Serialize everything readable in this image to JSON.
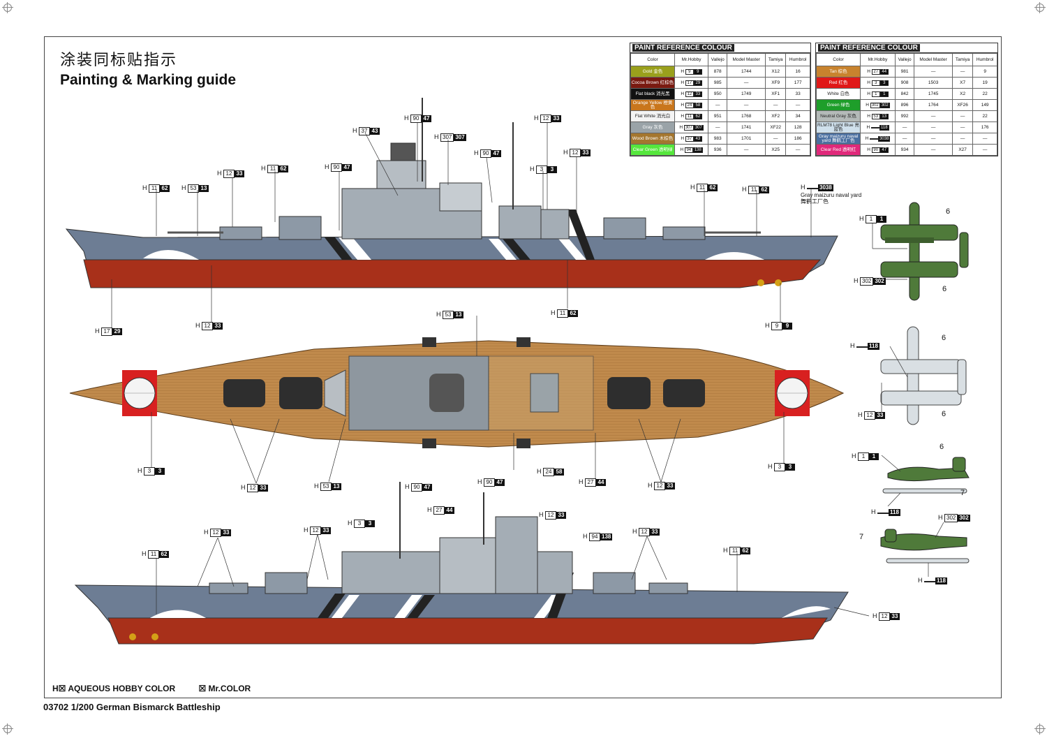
{
  "titles": {
    "chinese": "涂装同标贴指示",
    "english": "Painting & Marking guide"
  },
  "paint_table_left": {
    "title": "PAINT REFERENCE COLOUR",
    "headers": [
      "Color",
      "Mr.Hobby",
      "Vallejo",
      "Model Master",
      "Tamiya",
      "Humbrol"
    ],
    "rows": [
      {
        "color": "Gold 金色",
        "hex": "#9aa01c",
        "h": "9",
        "c": "9",
        "vallejo": "878",
        "mm": "1744",
        "tamiya": "X12",
        "humbrol": "16"
      },
      {
        "color": "Cocoa Brown 红棕色",
        "hex": "#7a1a10",
        "h": "17",
        "c": "29",
        "vallejo": "985",
        "mm": "—",
        "tamiya": "XF9",
        "humbrol": "177"
      },
      {
        "color": "Flat black 消光黑",
        "hex": "#111111",
        "h": "12",
        "c": "33",
        "vallejo": "950",
        "mm": "1749",
        "tamiya": "XF1",
        "humbrol": "33"
      },
      {
        "color": "Orange Yellow 橙黄色",
        "hex": "#c9761c",
        "h": "24",
        "c": "58",
        "vallejo": "—",
        "mm": "—",
        "tamiya": "—",
        "humbrol": "—"
      },
      {
        "color": "Flat White 消光白",
        "hex": "#f4f4f4",
        "h": "11",
        "c": "62",
        "vallejo": "951",
        "mm": "1768",
        "tamiya": "XF2",
        "humbrol": "34"
      },
      {
        "color": "Gray 灰色",
        "hex": "#9aa3a8",
        "h": "307",
        "c": "307",
        "vallejo": "—",
        "mm": "1741",
        "tamiya": "XF22",
        "humbrol": "128"
      },
      {
        "color": "Wood Brown 木棕色",
        "hex": "#a4762e",
        "h": "37",
        "c": "43",
        "vallejo": "983",
        "mm": "1701",
        "tamiya": "—",
        "humbrol": "186"
      },
      {
        "color": "Clear Green 透明绿",
        "hex": "#55e63c",
        "h": "94",
        "c": "138",
        "vallejo": "936",
        "mm": "—",
        "tamiya": "X25",
        "humbrol": "—"
      }
    ]
  },
  "paint_table_right": {
    "title": "PAINT REFERENCE COLOUR",
    "headers": [
      "Color",
      "Mr.Hobby",
      "Vallejo",
      "Model Master",
      "Tamiya",
      "Humbrol"
    ],
    "rows": [
      {
        "color": "Tan 棕色",
        "hex": "#c8832e",
        "h": "27",
        "c": "44",
        "vallejo": "981",
        "mm": "—",
        "tamiya": "—",
        "humbrol": "9"
      },
      {
        "color": "Red 红色",
        "hex": "#e01818",
        "h": "3",
        "c": "3",
        "vallejo": "908",
        "mm": "1503",
        "tamiya": "X7",
        "humbrol": "19"
      },
      {
        "color": "White 白色",
        "hex": "#ffffff",
        "h": "1",
        "c": "1",
        "vallejo": "842",
        "mm": "1745",
        "tamiya": "X2",
        "humbrol": "22"
      },
      {
        "color": "Green 绿色",
        "hex": "#1e9e2a",
        "h": "302",
        "c": "302",
        "vallejo": "896",
        "mm": "1764",
        "tamiya": "XF26",
        "humbrol": "149"
      },
      {
        "color": "Neutral Gray 灰色",
        "hex": "#b4bab8",
        "h": "53",
        "c": "13",
        "vallejo": "992",
        "mm": "—",
        "tamiya": "—",
        "humbrol": "22"
      },
      {
        "color": "RLM78 Light Blue 亮蓝色",
        "hex": "#cfe0ec",
        "h": "",
        "c": "118",
        "vallejo": "—",
        "mm": "—",
        "tamiya": "—",
        "humbrol": "176"
      },
      {
        "color": "Gray maizuru naval yard 舞鹤工厂色",
        "hex": "#4a6fa0",
        "h": "",
        "c": "3038",
        "vallejo": "—",
        "mm": "—",
        "tamiya": "—",
        "humbrol": "—"
      },
      {
        "color": "Clear Red 透明红",
        "hex": "#e0287a",
        "h": "90",
        "c": "47",
        "vallejo": "934",
        "mm": "—",
        "tamiya": "X27",
        "humbrol": "—"
      }
    ]
  },
  "callouts": [
    {
      "id": "c1",
      "h": "11",
      "c": "62"
    },
    {
      "id": "c2",
      "h": "53",
      "c": "13"
    },
    {
      "id": "c3",
      "h": "12",
      "c": "33"
    },
    {
      "id": "c4",
      "h": "11",
      "c": "62"
    },
    {
      "id": "c5",
      "h": "37",
      "c": "43"
    },
    {
      "id": "c6",
      "h": "90",
      "c": "47"
    },
    {
      "id": "c7",
      "h": "90",
      "c": "47"
    },
    {
      "id": "c8",
      "h": "307",
      "c": "307"
    },
    {
      "id": "c9",
      "h": "12",
      "c": "33"
    },
    {
      "id": "c10",
      "h": "90",
      "c": "47"
    },
    {
      "id": "c11",
      "h": "3",
      "c": "3"
    },
    {
      "id": "c12",
      "h": "12",
      "c": "33"
    },
    {
      "id": "c13",
      "h": "11",
      "c": "62"
    },
    {
      "id": "c14",
      "h": "11",
      "c": "62"
    },
    {
      "id": "c15",
      "h": "",
      "c": "3038"
    },
    {
      "id": "c16",
      "h": "17",
      "c": "29"
    },
    {
      "id": "c17",
      "h": "12",
      "c": "33"
    },
    {
      "id": "c18",
      "h": "11",
      "c": "62"
    },
    {
      "id": "c19",
      "h": "9",
      "c": "9"
    },
    {
      "id": "c20",
      "h": "53",
      "c": "13"
    },
    {
      "id": "c21",
      "h": "3",
      "c": "3"
    },
    {
      "id": "c22",
      "h": "12",
      "c": "33"
    },
    {
      "id": "c23",
      "h": "53",
      "c": "13"
    },
    {
      "id": "c24",
      "h": "24",
      "c": "58"
    },
    {
      "id": "c25",
      "h": "27",
      "c": "44"
    },
    {
      "id": "c26",
      "h": "12",
      "c": "33"
    },
    {
      "id": "c27",
      "h": "3",
      "c": "3"
    },
    {
      "id": "c28",
      "h": "90",
      "c": "47"
    },
    {
      "id": "c29",
      "h": "90",
      "c": "47"
    },
    {
      "id": "c30",
      "h": "3",
      "c": "3"
    },
    {
      "id": "c31",
      "h": "27",
      "c": "44"
    },
    {
      "id": "c32",
      "h": "12",
      "c": "33"
    },
    {
      "id": "c33",
      "h": "12",
      "c": "33"
    },
    {
      "id": "c34",
      "h": "12",
      "c": "33"
    },
    {
      "id": "c35",
      "h": "94",
      "c": "138"
    },
    {
      "id": "c36",
      "h": "12",
      "c": "33"
    },
    {
      "id": "c37",
      "h": "11",
      "c": "62"
    },
    {
      "id": "c38",
      "h": "11",
      "c": "62"
    },
    {
      "id": "c39",
      "h": "12",
      "c": "33"
    },
    {
      "id": "c40",
      "h": "1",
      "c": "1"
    },
    {
      "id": "c41",
      "h": "302",
      "c": "302"
    },
    {
      "id": "c42",
      "h": "",
      "c": "118"
    },
    {
      "id": "c43",
      "h": "12",
      "c": "33"
    },
    {
      "id": "c44",
      "h": "1",
      "c": "1"
    },
    {
      "id": "c45",
      "h": "",
      "c": "118"
    },
    {
      "id": "c46",
      "h": "302",
      "c": "302"
    },
    {
      "id": "c47",
      "h": "",
      "c": "118"
    }
  ],
  "annotation_grey": "Gray maizuru naval yard",
  "annotation_grey_cn": "舞鹤工厂色",
  "decal_numbers": [
    "6",
    "6",
    "6",
    "6",
    "6",
    "7",
    "7"
  ],
  "footer": {
    "legend_h": "H☒ AQUEOUS HOBBY COLOR",
    "legend_c": "☒ Mr.COLOR",
    "title": "03702 1/200 German Bismarck Battleship"
  },
  "colors": {
    "hull_gray": "#6d7d94",
    "hull_red": "#a8301a",
    "deck_wood": "#c08a4c",
    "aircraft_green": "#4f7a3a",
    "aircraft_light": "#d9dfe3"
  }
}
